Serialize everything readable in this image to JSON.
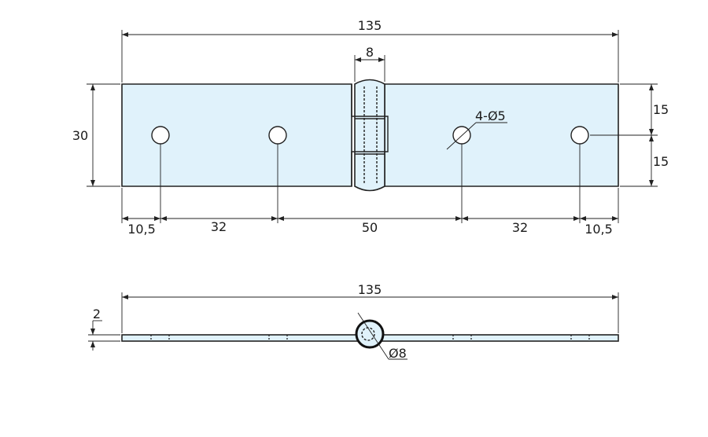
{
  "top_view": {
    "overall_length": "135",
    "knuckle_width": "8",
    "height": "30",
    "half_height_top": "15",
    "half_height_bottom": "15",
    "hole_callout": "4-Ø5",
    "bottom_dims": [
      "10,5",
      "32",
      "50",
      "32",
      "10,5"
    ]
  },
  "side_view": {
    "overall_length": "135",
    "thickness": "2",
    "knuckle_diameter": "Ø8"
  },
  "colors": {
    "fill": "#e0f2fb",
    "line": "#222222"
  }
}
